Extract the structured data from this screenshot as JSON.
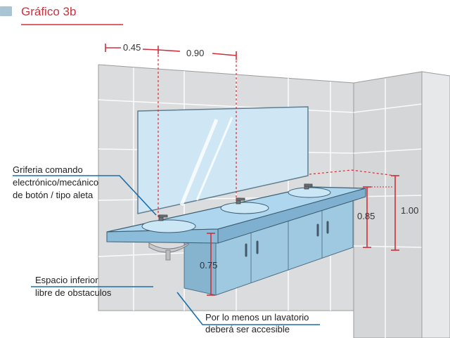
{
  "title": "Gráfico 3b",
  "colors": {
    "accent": "#d0303b",
    "title_marker": "#a9c4d3",
    "callout_line": "#1a6ea8",
    "wall": "#dcdedf",
    "counter": "#a9d3ec",
    "cabinet": "#9dc6e0",
    "mirror": "#cfe6f4"
  },
  "dimensions": {
    "d1": "0.45",
    "d2": "0.90",
    "d3": "0.85",
    "d4": "1.00",
    "d5": "0.75"
  },
  "callouts": {
    "faucet": [
      "Griferia comando",
      "electrónico/mecánico",
      "de botón / tipo aleta"
    ],
    "space": [
      "Espacio inferior",
      "libre de obstaculos"
    ],
    "accessible": [
      "Por lo menos un lavatorio",
      "deberá ser accesible"
    ]
  }
}
